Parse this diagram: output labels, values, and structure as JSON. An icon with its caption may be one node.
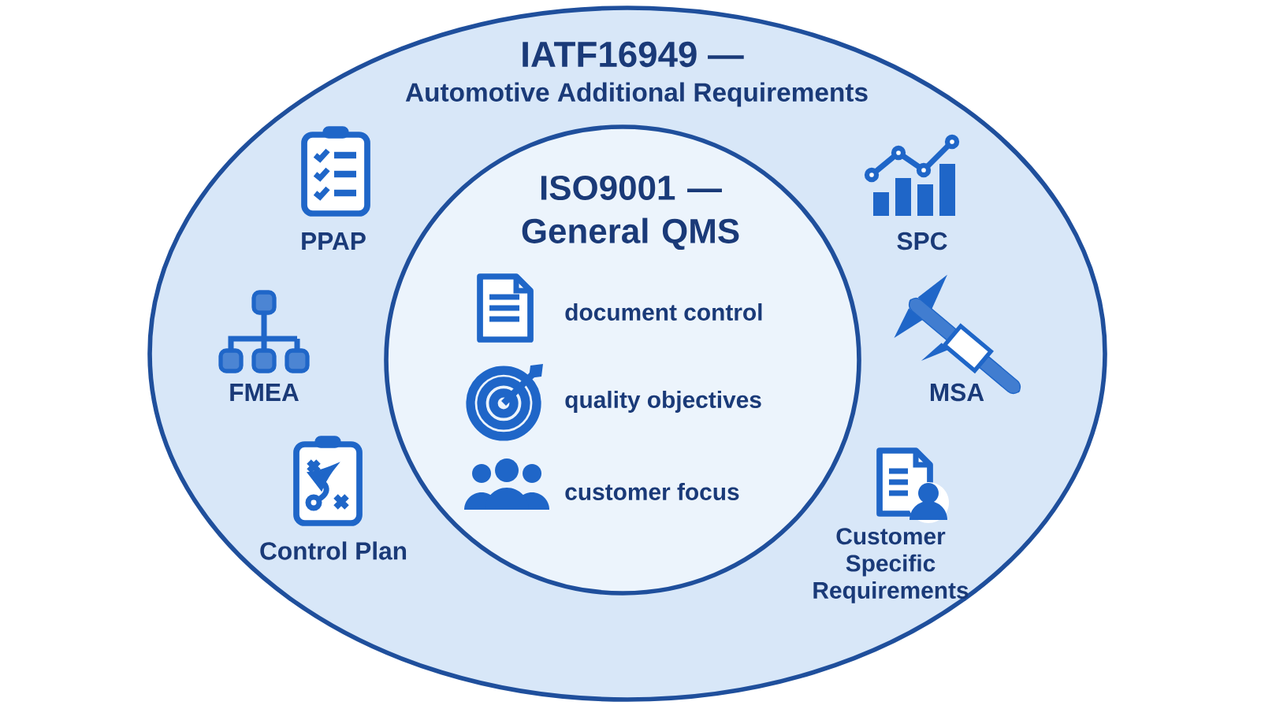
{
  "diagram": {
    "nodes": [
      {
        "text": [
          "IATF16949 —",
          "Automotive Additional Requirements"
        ]
      },
      {
        "text": [
          "ISO9001 — General QMS"
        ],
        "in": 0
      }
    ],
    "labels": [
      "PPAP",
      "SPC",
      "document control",
      "FMEA",
      "MSA",
      "quality objectives",
      "customer focus",
      "Control Plan",
      "Customer Specific Requirements"
    ]
  }
}
